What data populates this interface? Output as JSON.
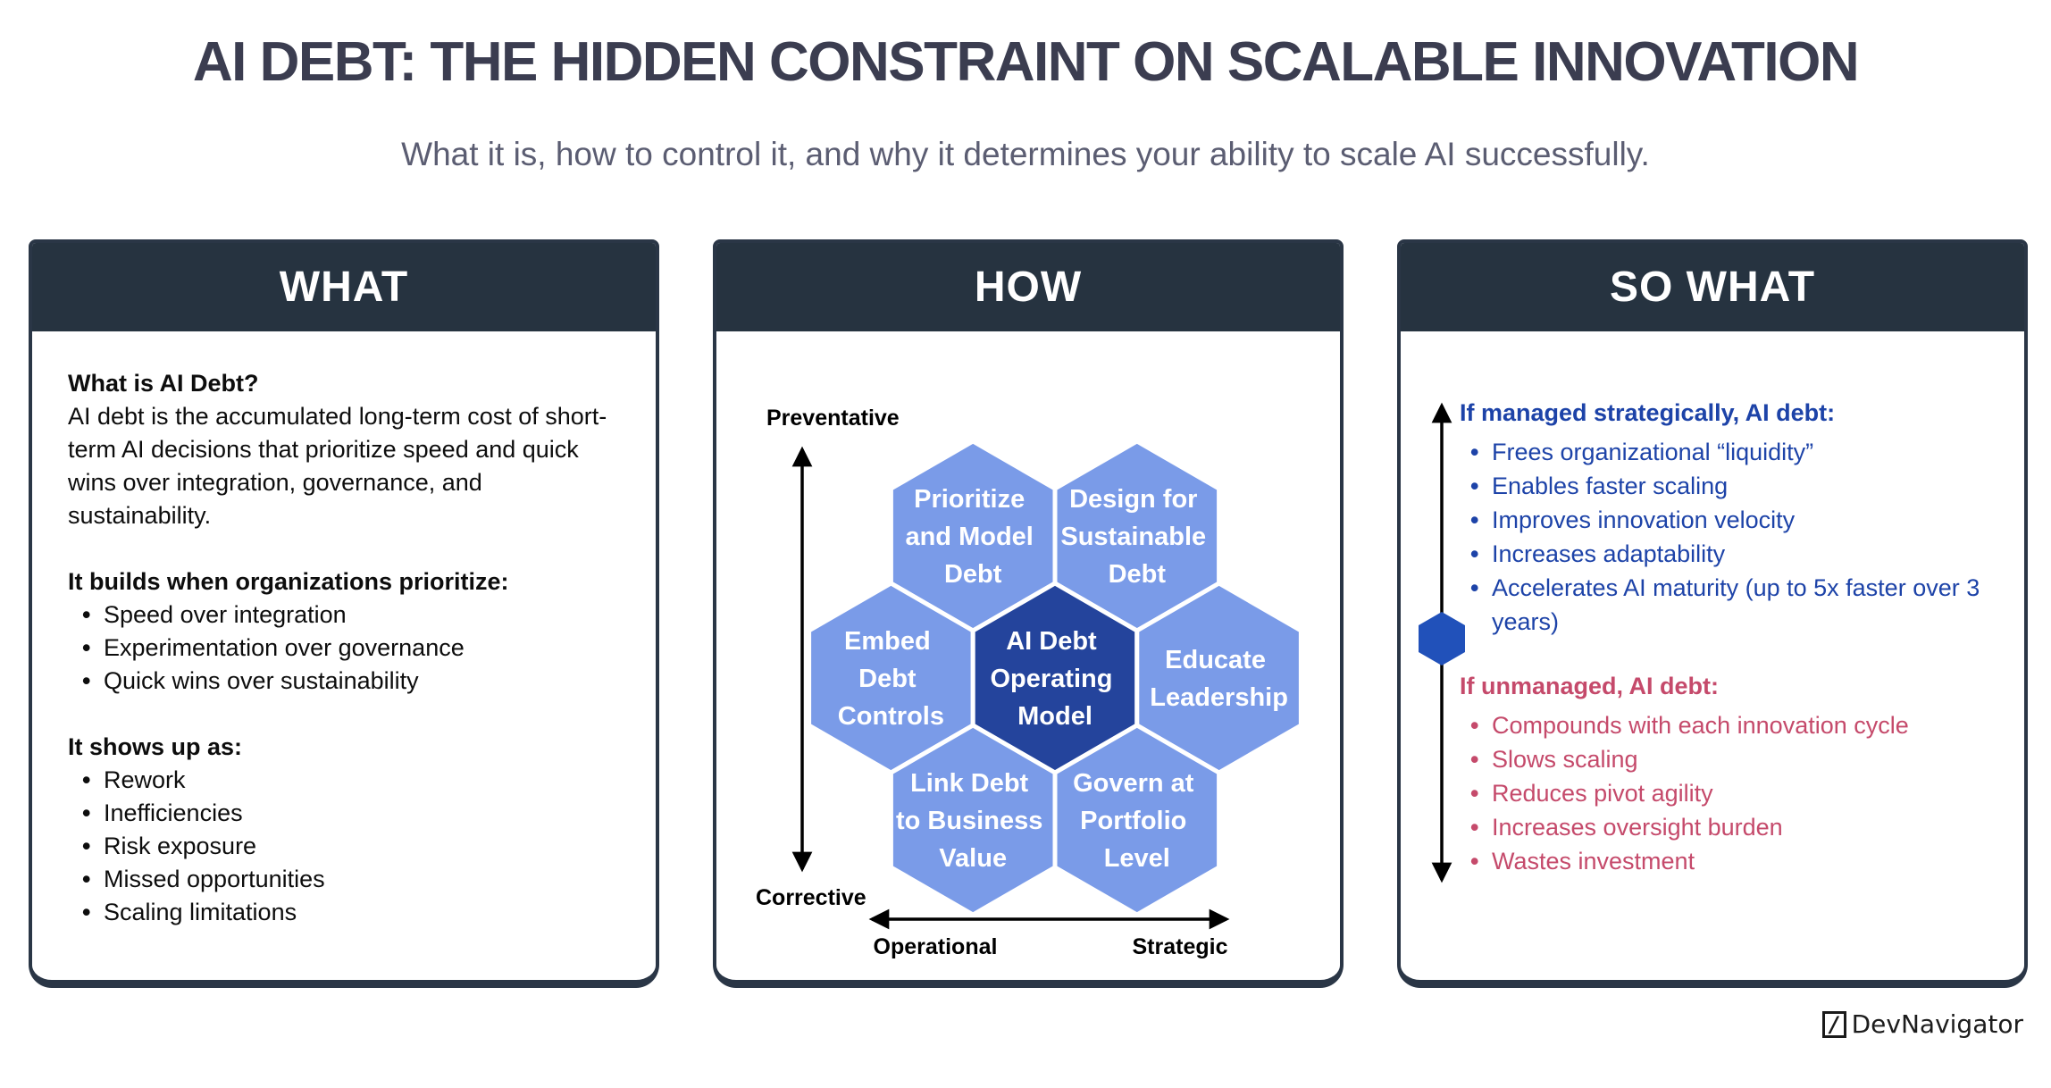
{
  "title": "AI DEBT: THE HIDDEN CONSTRAINT ON SCALABLE INNOVATION",
  "subtitle": "What it is, how to control it, and why it determines your ability to scale AI successfully.",
  "colors": {
    "title_text": "#3B3D50",
    "subtitle_text": "#5B5D72",
    "header_bg": "#263340",
    "card_border": "#2A3646",
    "hex_light": "#7A9BE8",
    "hex_dark": "#24449C",
    "managed_text": "#1D43A8",
    "unmanaged_text": "#C54A6B",
    "marker_hex": "#2151BA",
    "axis_color": "#000000"
  },
  "panels": {
    "what": {
      "header": "WHAT",
      "q_heading": "What is AI Debt?",
      "definition": "AI debt is the accumulated long-term cost of short-term AI decisions that prioritize speed and quick wins over integration, governance, and sustainability.",
      "builds_heading": "It builds when organizations prioritize:",
      "builds_items": [
        "Speed over integration",
        "Experimentation over governance",
        "Quick wins over sustainability"
      ],
      "shows_heading": "It shows up as:",
      "shows_items": [
        "Rework",
        "Inefficiencies",
        "Risk exposure",
        "Missed opportunities",
        "Scaling limitations"
      ]
    },
    "how": {
      "header": "HOW",
      "axes": {
        "y_top": "Preventative",
        "y_bottom": "Corrective",
        "x_left": "Operational",
        "x_right": "Strategic"
      },
      "hexagons": [
        {
          "name": "prioritize-and-model-debt",
          "label": "Prioritize and Model Debt",
          "lines": [
            "Prioritize",
            "and Model",
            "Debt"
          ]
        },
        {
          "name": "design-for-sustainable-debt",
          "label": "Design for Sustainable Debt",
          "lines": [
            "Design for",
            "Sustainable",
            "Debt"
          ]
        },
        {
          "name": "embed-debt-controls",
          "label": "Embed Debt Controls",
          "lines": [
            "Embed",
            "Debt",
            "Controls"
          ]
        },
        {
          "name": "ai-debt-operating-model",
          "label": "AI Debt Operating Model",
          "lines": [
            "AI Debt",
            "Operating",
            "Model"
          ]
        },
        {
          "name": "educate-leadership",
          "label": "Educate Leadership",
          "lines": [
            "Educate",
            "Leadership"
          ]
        },
        {
          "name": "link-debt-to-business-value",
          "label": "Link Debt to Business Value",
          "lines": [
            "Link Debt",
            "to Business",
            "Value"
          ]
        },
        {
          "name": "govern-at-portfolio-level",
          "label": "Govern at Portfolio Level",
          "lines": [
            "Govern at",
            "Portfolio",
            "Level"
          ]
        }
      ]
    },
    "so_what": {
      "header": "SO WHAT",
      "managed": {
        "heading": "If managed strategically, AI debt:",
        "items": [
          "Frees organizational “liquidity”",
          "Enables faster scaling",
          "Improves innovation velocity",
          "Increases adaptability",
          "Accelerates AI maturity (up to 5x faster over 3 years)"
        ]
      },
      "unmanaged": {
        "heading": "If unmanaged, AI debt:",
        "items": [
          "Compounds with each innovation cycle",
          "Slows scaling",
          "Reduces pivot agility",
          "Increases oversight burden",
          "Wastes investment"
        ]
      }
    }
  },
  "footer": {
    "brand": "DevNavigator",
    "logo_glyph": "/"
  }
}
